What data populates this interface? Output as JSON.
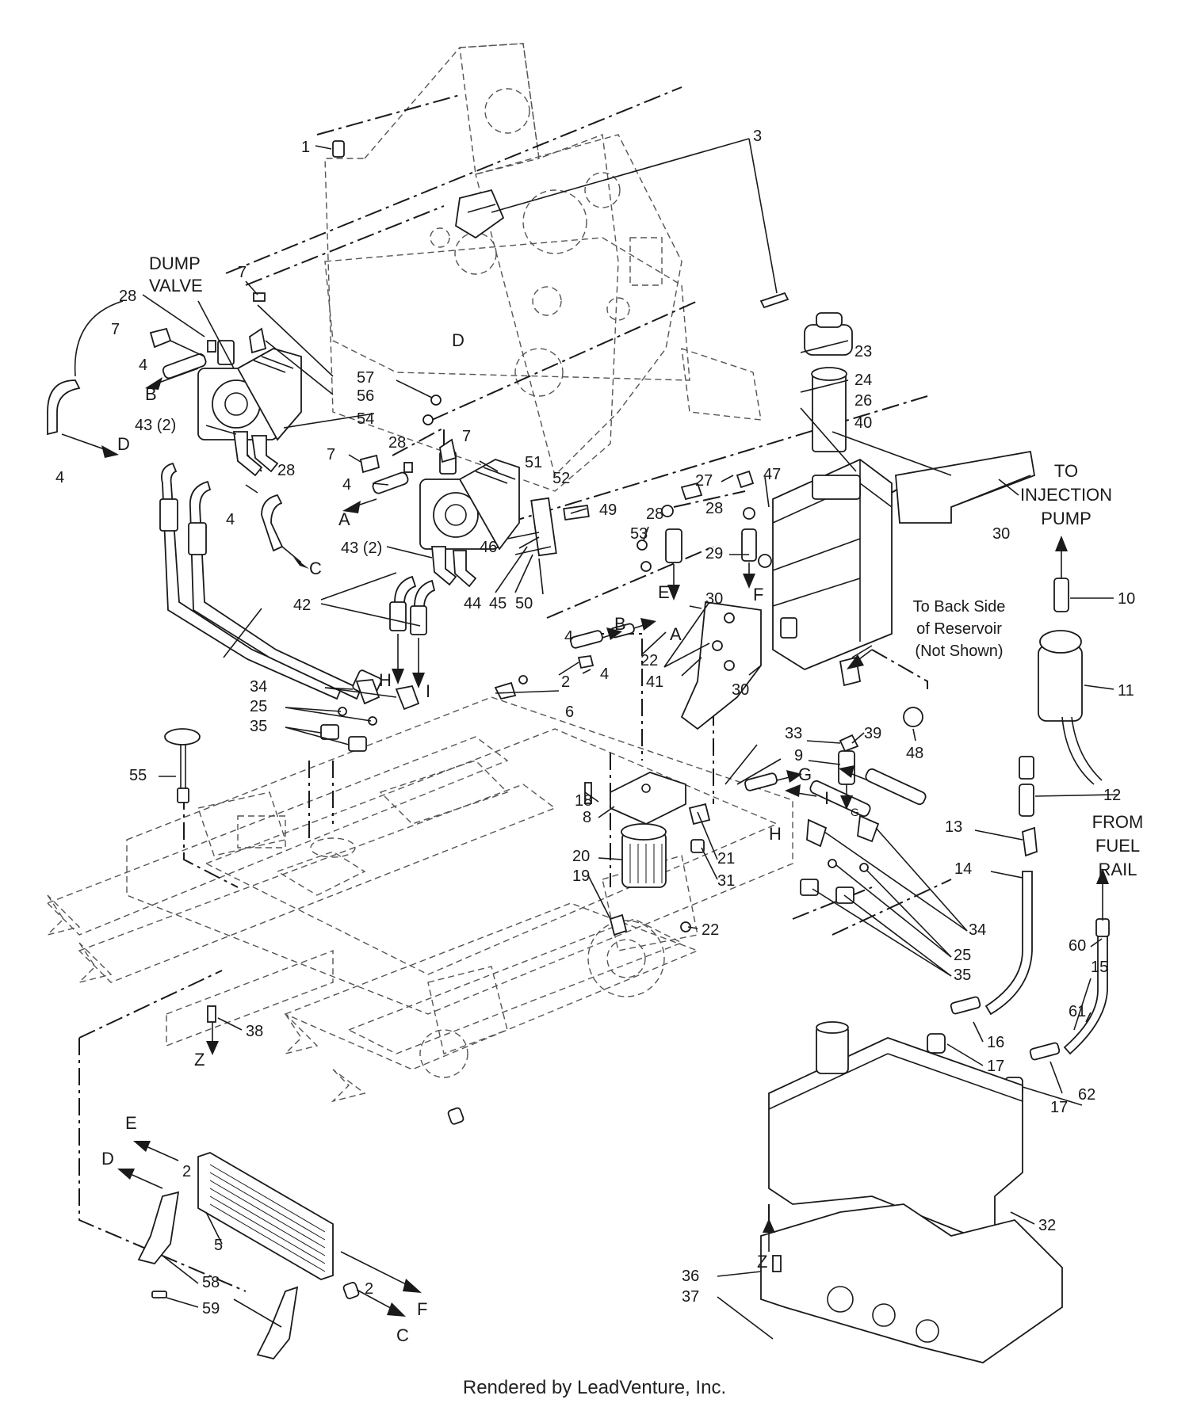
{
  "callouts": [
    {
      "id": "c1",
      "text": "1"
    },
    {
      "id": "c3",
      "text": "3"
    },
    {
      "id": "c7a",
      "text": "7"
    },
    {
      "id": "c7b",
      "text": "7"
    },
    {
      "id": "c7c",
      "text": "7"
    },
    {
      "id": "c7d",
      "text": "7"
    },
    {
      "id": "c28a",
      "text": "28"
    },
    {
      "id": "c28b",
      "text": "28"
    },
    {
      "id": "c28c",
      "text": "28"
    },
    {
      "id": "c28d",
      "text": "28"
    },
    {
      "id": "c28e",
      "text": "28"
    },
    {
      "id": "c4a",
      "text": "4"
    },
    {
      "id": "c4b",
      "text": "4"
    },
    {
      "id": "c4c",
      "text": "4"
    },
    {
      "id": "c4d",
      "text": "4"
    },
    {
      "id": "c4e",
      "text": "4"
    },
    {
      "id": "c4f",
      "text": "4"
    },
    {
      "id": "c57",
      "text": "57"
    },
    {
      "id": "c56",
      "text": "56"
    },
    {
      "id": "c54",
      "text": "54"
    },
    {
      "id": "c51",
      "text": "51"
    },
    {
      "id": "c52",
      "text": "52"
    },
    {
      "id": "c43a",
      "text": "43 (2)"
    },
    {
      "id": "c43b",
      "text": "43 (2)"
    },
    {
      "id": "c42",
      "text": "42"
    },
    {
      "id": "c49",
      "text": "49"
    },
    {
      "id": "c46",
      "text": "46"
    },
    {
      "id": "c44",
      "text": "44"
    },
    {
      "id": "c45",
      "text": "45"
    },
    {
      "id": "c50",
      "text": "50"
    },
    {
      "id": "c53",
      "text": "53"
    },
    {
      "id": "c23",
      "text": "23"
    },
    {
      "id": "c24",
      "text": "24"
    },
    {
      "id": "c26",
      "text": "26"
    },
    {
      "id": "c40",
      "text": "40"
    },
    {
      "id": "c27",
      "text": "27"
    },
    {
      "id": "c47",
      "text": "47"
    },
    {
      "id": "c29",
      "text": "29"
    },
    {
      "id": "c30a",
      "text": "30"
    },
    {
      "id": "c30b",
      "text": "30"
    },
    {
      "id": "c30c",
      "text": "30"
    },
    {
      "id": "c10",
      "text": "10"
    },
    {
      "id": "c11",
      "text": "11"
    },
    {
      "id": "c12",
      "text": "12"
    },
    {
      "id": "c13",
      "text": "13"
    },
    {
      "id": "c14",
      "text": "14"
    },
    {
      "id": "c2a",
      "text": "2"
    },
    {
      "id": "c2b",
      "text": "2"
    },
    {
      "id": "c2c",
      "text": "2"
    },
    {
      "id": "c6",
      "text": "6"
    },
    {
      "id": "c22a",
      "text": "22"
    },
    {
      "id": "c22b",
      "text": "22"
    },
    {
      "id": "c41",
      "text": "41"
    },
    {
      "id": "c33",
      "text": "33"
    },
    {
      "id": "c39",
      "text": "39"
    },
    {
      "id": "c9",
      "text": "9"
    },
    {
      "id": "c48",
      "text": "48"
    },
    {
      "id": "c34a",
      "text": "34"
    },
    {
      "id": "c34b",
      "text": "34"
    },
    {
      "id": "c25a",
      "text": "25"
    },
    {
      "id": "c25b",
      "text": "25"
    },
    {
      "id": "c35a",
      "text": "35"
    },
    {
      "id": "c35b",
      "text": "35"
    },
    {
      "id": "c55",
      "text": "55"
    },
    {
      "id": "c18",
      "text": "18"
    },
    {
      "id": "c8",
      "text": "8"
    },
    {
      "id": "c20",
      "text": "20"
    },
    {
      "id": "c19",
      "text": "19"
    },
    {
      "id": "c21",
      "text": "21"
    },
    {
      "id": "c31",
      "text": "31"
    },
    {
      "id": "c60",
      "text": "60"
    },
    {
      "id": "c15",
      "text": "15"
    },
    {
      "id": "c61",
      "text": "61"
    },
    {
      "id": "c16",
      "text": "16"
    },
    {
      "id": "c17a",
      "text": "17"
    },
    {
      "id": "c17b",
      "text": "17"
    },
    {
      "id": "c62",
      "text": "62"
    },
    {
      "id": "c38",
      "text": "38"
    },
    {
      "id": "c32",
      "text": "32"
    },
    {
      "id": "c5",
      "text": "5"
    },
    {
      "id": "c58",
      "text": "58"
    },
    {
      "id": "c59",
      "text": "59"
    },
    {
      "id": "c36",
      "text": "36"
    },
    {
      "id": "c37",
      "text": "37"
    }
  ],
  "flow_letters": [
    {
      "id": "fB1",
      "text": "B"
    },
    {
      "id": "fD1",
      "text": "D"
    },
    {
      "id": "fC1",
      "text": "C"
    },
    {
      "id": "fA1",
      "text": "A"
    },
    {
      "id": "fD0",
      "text": "D"
    },
    {
      "id": "fE1",
      "text": "E"
    },
    {
      "id": "fF1",
      "text": "F"
    },
    {
      "id": "fH1",
      "text": "H"
    },
    {
      "id": "fI1",
      "text": "I"
    },
    {
      "id": "fB2",
      "text": "B"
    },
    {
      "id": "fA2",
      "text": "A"
    },
    {
      "id": "fG1",
      "text": "G"
    },
    {
      "id": "fG2",
      "text": "G"
    },
    {
      "id": "fH2",
      "text": "H"
    },
    {
      "id": "fI2",
      "text": "I"
    },
    {
      "id": "fZ1",
      "text": "Z"
    },
    {
      "id": "fZ2",
      "text": "Z"
    },
    {
      "id": "fE2",
      "text": "E"
    },
    {
      "id": "fD2",
      "text": "D"
    },
    {
      "id": "fF2",
      "text": "F"
    },
    {
      "id": "fC2",
      "text": "C"
    }
  ],
  "notes": {
    "dump_valve": [
      "DUMP",
      "VALVE"
    ],
    "to_injection_pump": [
      "TO",
      "INJECTION",
      "PUMP"
    ],
    "from_fuel_rail": [
      "FROM",
      "FUEL",
      "RAIL"
    ],
    "back_side": [
      "To Back Side",
      "of Reservoir",
      "(Not Shown)"
    ]
  },
  "credit": "Rendered by LeadVenture, Inc."
}
